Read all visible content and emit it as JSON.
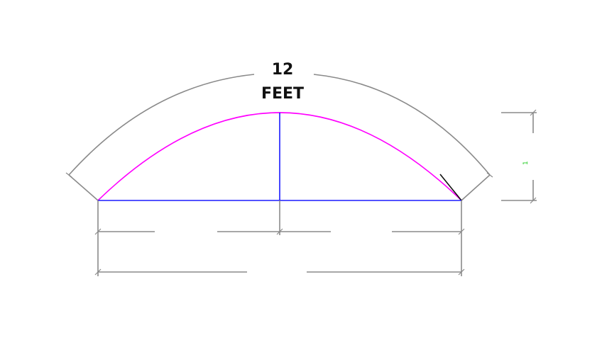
{
  "diagram": {
    "arc_length_value": "12",
    "arc_length_unit": "FEET",
    "rise_marker": "1",
    "colors": {
      "arc": "#ff00ff",
      "chord": "#1a1aff",
      "dimension": "#8a8a8a",
      "text": "#111111",
      "marker": "#22cc22"
    }
  }
}
